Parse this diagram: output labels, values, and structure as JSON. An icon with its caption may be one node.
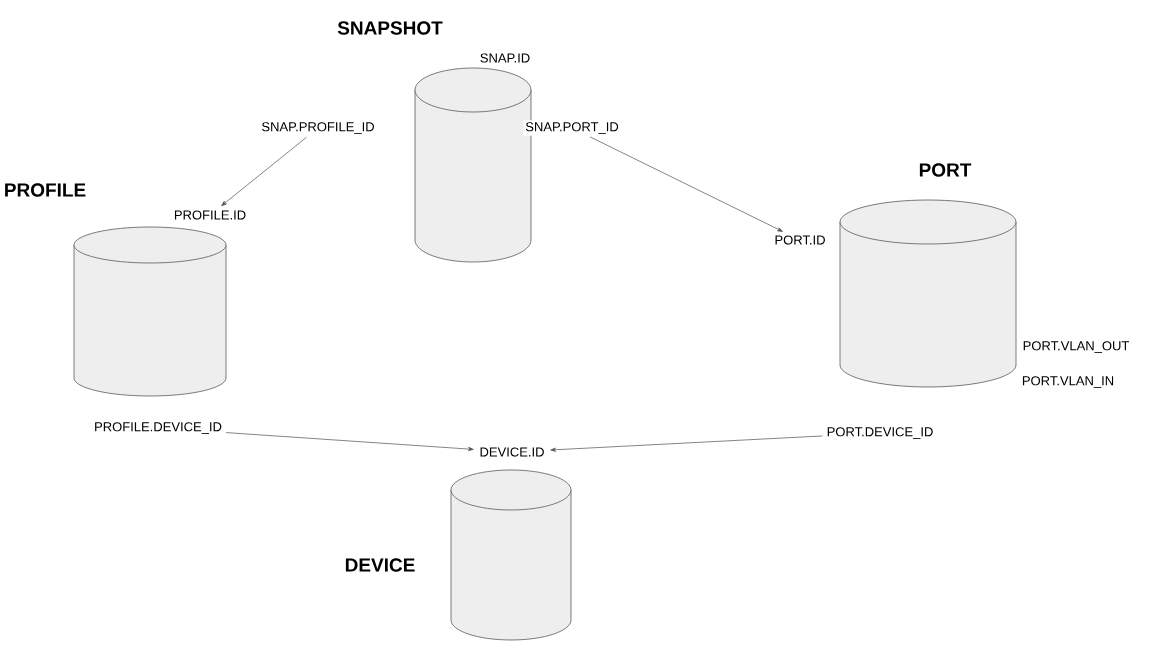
{
  "diagram": {
    "nodes": [
      {
        "text": [
          "SNAPSHOT"
        ]
      },
      {
        "text": [
          "PROFILE"
        ]
      },
      {
        "text": [
          "PORT"
        ]
      },
      {
        "text": [
          "DEVICE"
        ]
      },
      {
        "text": [
          "SNAP.PROFILE_ID"
        ]
      },
      {
        "text": [
          "SNAP.PORT_ID"
        ]
      },
      {
        "text": [
          "PROFILE.ID"
        ]
      },
      {
        "text": [
          "PORT.ID"
        ]
      },
      {
        "text": [
          "PROFILE.DEVICE_ID"
        ]
      },
      {
        "text": [
          "PORT.DEVICE_ID"
        ]
      },
      {
        "text": [
          "DEVICE.ID"
        ]
      }
    ],
    "edges": [
      {
        "from": 4,
        "to": 6,
        "arrow": "to"
      },
      {
        "from": 5,
        "to": 7,
        "arrow": "to"
      },
      {
        "from": 8,
        "to": 10,
        "arrow": "to"
      },
      {
        "from": 9,
        "to": 10,
        "arrow": "to"
      }
    ],
    "labels": [
      "SNAP.ID",
      "PORT.VLAN_OUT",
      "PORT.VLAN_IN"
    ]
  }
}
